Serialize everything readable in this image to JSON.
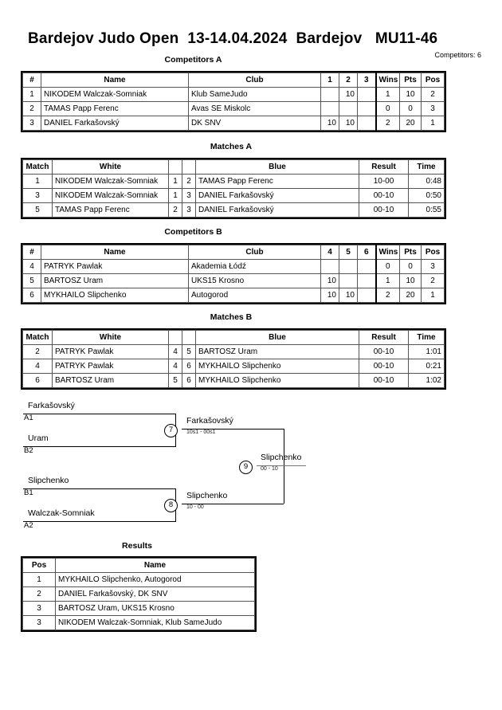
{
  "header": {
    "title": "Bardejov Judo Open  13-14.04.2024  Bardejov   MU11-46",
    "competitors_label": "Competitors: 6"
  },
  "captions": {
    "competitors_a": "Competitors A",
    "matches_a": "Matches A",
    "competitors_b": "Competitors B",
    "matches_b": "Matches B",
    "results": "Results"
  },
  "pool_headers": {
    "num": "#",
    "name": "Name",
    "club": "Club",
    "wins": "Wins",
    "pts": "Pts",
    "pos": "Pos"
  },
  "pool_a": {
    "opponent_cols": [
      "1",
      "2",
      "3"
    ],
    "rows": [
      {
        "num": "1",
        "name": "NIKODEM Walczak-Somniak",
        "club": "Klub SameJudo",
        "scores": [
          "",
          "10",
          ""
        ],
        "wins": "1",
        "pts": "10",
        "pos": "2"
      },
      {
        "num": "2",
        "name": "TAMAS Papp Ferenc",
        "club": "Avas SE Miskolc",
        "scores": [
          "",
          "",
          ""
        ],
        "wins": "0",
        "pts": "0",
        "pos": "3"
      },
      {
        "num": "3",
        "name": "DANIEL Farkašovský",
        "club": "DK SNV",
        "scores": [
          "10",
          "10",
          ""
        ],
        "wins": "2",
        "pts": "20",
        "pos": "1"
      }
    ]
  },
  "pool_b": {
    "opponent_cols": [
      "4",
      "5",
      "6"
    ],
    "rows": [
      {
        "num": "4",
        "name": "PATRYK Pawlak",
        "club": "Akademia Łódź",
        "scores": [
          "",
          "",
          ""
        ],
        "wins": "0",
        "pts": "0",
        "pos": "3"
      },
      {
        "num": "5",
        "name": "BARTOSZ Uram",
        "club": "UKS15 Krosno",
        "scores": [
          "10",
          "",
          ""
        ],
        "wins": "1",
        "pts": "10",
        "pos": "2"
      },
      {
        "num": "6",
        "name": "MYKHAILO Slipchenko",
        "club": "Autogorod",
        "scores": [
          "10",
          "10",
          ""
        ],
        "wins": "2",
        "pts": "20",
        "pos": "1"
      }
    ]
  },
  "match_headers": {
    "match": "Match",
    "white": "White",
    "blue": "Blue",
    "result": "Result",
    "time": "Time"
  },
  "matches_a": [
    {
      "match": "1",
      "white": "NIKODEM Walczak-Somniak",
      "white_seed": "1",
      "blue_seed": "2",
      "blue": "TAMAS Papp Ferenc",
      "result": "10-00",
      "time": "0:48"
    },
    {
      "match": "3",
      "white": "NIKODEM Walczak-Somniak",
      "white_seed": "1",
      "blue_seed": "3",
      "blue": "DANIEL Farkašovský",
      "result": "00-10",
      "time": "0:50"
    },
    {
      "match": "5",
      "white": "TAMAS Papp Ferenc",
      "white_seed": "2",
      "blue_seed": "3",
      "blue": "DANIEL Farkašovský",
      "result": "00-10",
      "time": "0:55"
    }
  ],
  "matches_b": [
    {
      "match": "2",
      "white": "PATRYK Pawlak",
      "white_seed": "4",
      "blue_seed": "5",
      "blue": "BARTOSZ Uram",
      "result": "00-10",
      "time": "1:01"
    },
    {
      "match": "4",
      "white": "PATRYK Pawlak",
      "white_seed": "4",
      "blue_seed": "6",
      "blue": "MYKHAILO Slipchenko",
      "result": "00-10",
      "time": "0:21"
    },
    {
      "match": "6",
      "white": "BARTOSZ Uram",
      "white_seed": "5",
      "blue_seed": "6",
      "blue": "MYKHAILO Slipchenko",
      "result": "00-10",
      "time": "1:02"
    }
  ],
  "bracket": {
    "entrants": [
      {
        "name": "Farkašovský",
        "seed": "A1"
      },
      {
        "name": "Uram",
        "seed": "B2"
      },
      {
        "name": "Slipchenko",
        "seed": "B1"
      },
      {
        "name": "Walczak-Somniak",
        "seed": "A2"
      }
    ],
    "semifinals": [
      {
        "number": "7",
        "winner": "Farkašovský",
        "score": "10s1 - 00s1"
      },
      {
        "number": "8",
        "winner": "Slipchenko",
        "score": "10 - 00"
      }
    ],
    "final": {
      "number": "9",
      "winner": "Slipchenko",
      "score": "00 - 10"
    }
  },
  "results_headers": {
    "pos": "Pos",
    "name": "Name"
  },
  "results_rows": [
    {
      "pos": "1",
      "name": "MYKHAILO Slipchenko, Autogorod"
    },
    {
      "pos": "2",
      "name": "DANIEL Farkašovský, DK SNV"
    },
    {
      "pos": "3",
      "name": "BARTOSZ Uram, UKS15 Krosno"
    },
    {
      "pos": "3",
      "name": "NIKODEM Walczak-Somniak, Klub SameJudo"
    }
  ]
}
